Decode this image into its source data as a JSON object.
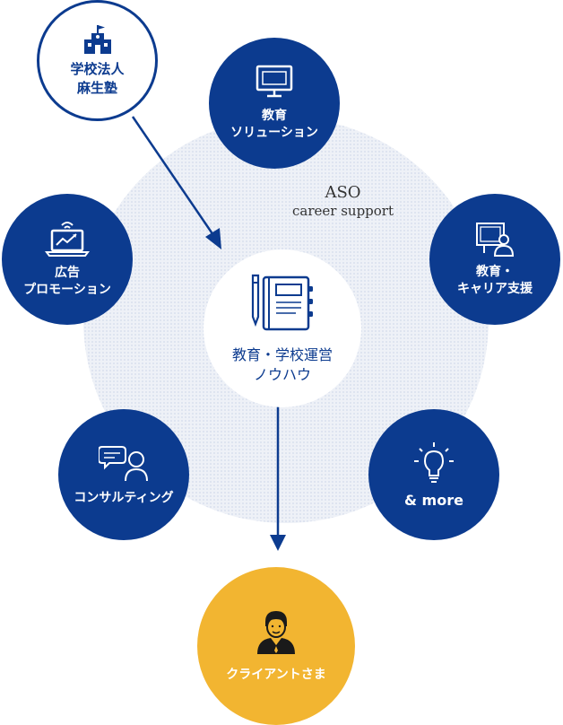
{
  "nodes": {
    "school": "学校法人\n麻生塾",
    "education_solution": "教育\nソリューション",
    "education_career": "教育・\nキャリア支援",
    "more": "& more",
    "consulting": "コンサルティング",
    "ad_promotion": "広告\nプロモーション",
    "center": "教育・学校運営\nノウハウ",
    "client": "クライアントさま"
  },
  "brand": {
    "line1": "ASO",
    "line2": "career support"
  },
  "colors": {
    "navy": "#0c3b8f",
    "yellow": "#f2b531",
    "halo": "#eef1f7"
  },
  "icons": {
    "school": "school-building-icon",
    "education_solution": "monitor-icon",
    "education_career": "presenter-screen-icon",
    "more": "light-bulb-icon",
    "consulting": "speech-bubble-person-icon",
    "ad_promotion": "laptop-chart-icon",
    "center": "notebook-pen-icon",
    "client": "businessman-icon"
  }
}
